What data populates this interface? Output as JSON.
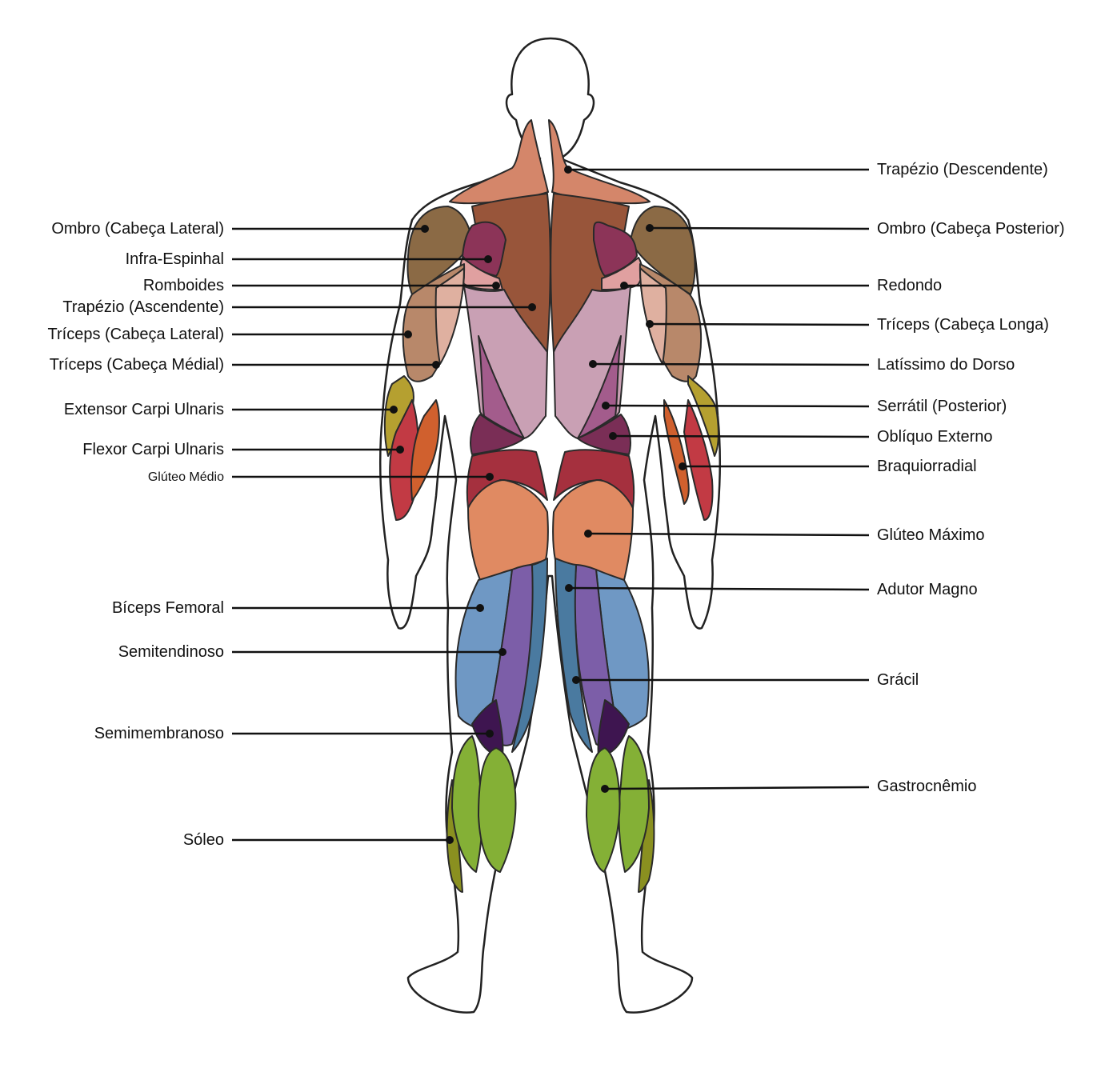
{
  "colors": {
    "trapezius_upper": "#d4866a",
    "trapezius_lower": "#98553a",
    "deltoid": "#8b6a45",
    "deltoid_light": "#b09a70",
    "infraspinatus": "#8c3458",
    "rhomboid": "#e0a0a0",
    "triceps_lateral": "#b8886a",
    "triceps_long": "#dfb0a0",
    "latissimus": "#c9a0b4",
    "serratus": "#a35c8c",
    "oblique": "#7a2e56",
    "extensor": "#b5a030",
    "flexor": "#c23a44",
    "brachioradialis": "#d0602e",
    "glute_medius": "#a5303e",
    "glute_max": "#e08a62",
    "biceps_femoris": "#6f98c4",
    "semitendinosus": "#7c5ea8",
    "adductor": "#4a7aa0",
    "semimembranosus": "#3e1550",
    "gastrocnemius": "#84b036",
    "soleus": "#8a9020"
  },
  "labels": {
    "left": [
      {
        "id": "deltoid-lateral",
        "text": "Ombro (Cabeça Lateral)"
      },
      {
        "id": "infraspinatus",
        "text": "Infra-Espinhal"
      },
      {
        "id": "rhomboids",
        "text": "Romboides"
      },
      {
        "id": "trapezius-ascending",
        "text": "Trapézio (Ascendente)"
      },
      {
        "id": "triceps-lateral",
        "text": "Tríceps (Cabeça Lateral)"
      },
      {
        "id": "triceps-medial",
        "text": "Tríceps (Cabeça Médial)"
      },
      {
        "id": "extensor-carpi-ulnaris",
        "text": "Extensor Carpi Ulnaris"
      },
      {
        "id": "flexor-carpi-ulnaris",
        "text": "Flexor Carpi Ulnaris"
      },
      {
        "id": "gluteus-medius",
        "text": "Glúteo Médio"
      },
      {
        "id": "biceps-femoris",
        "text": "Bíceps Femoral"
      },
      {
        "id": "semitendinosus",
        "text": "Semitendinoso"
      },
      {
        "id": "semimembranosus",
        "text": "Semimembranoso"
      },
      {
        "id": "soleus",
        "text": "Sóleo"
      }
    ],
    "right": [
      {
        "id": "trapezius-descending",
        "text": "Trapézio (Descendente)"
      },
      {
        "id": "deltoid-posterior",
        "text": "Ombro (Cabeça Posterior)"
      },
      {
        "id": "teres",
        "text": "Redondo"
      },
      {
        "id": "triceps-long",
        "text": "Tríceps (Cabeça Longa)"
      },
      {
        "id": "latissimus-dorsi",
        "text": "Latíssimo do Dorso"
      },
      {
        "id": "serratus-posterior",
        "text": "Serrátil (Posterior)"
      },
      {
        "id": "external-oblique",
        "text": "Oblíquo Externo"
      },
      {
        "id": "brachioradialis",
        "text": "Braquiorradial"
      },
      {
        "id": "gluteus-maximus",
        "text": "Glúteo Máximo"
      },
      {
        "id": "adductor-magnus",
        "text": "Adutor Magno"
      },
      {
        "id": "gracilis",
        "text": "Grácil"
      },
      {
        "id": "gastrocnemius",
        "text": "Gastrocnêmio"
      }
    ]
  }
}
